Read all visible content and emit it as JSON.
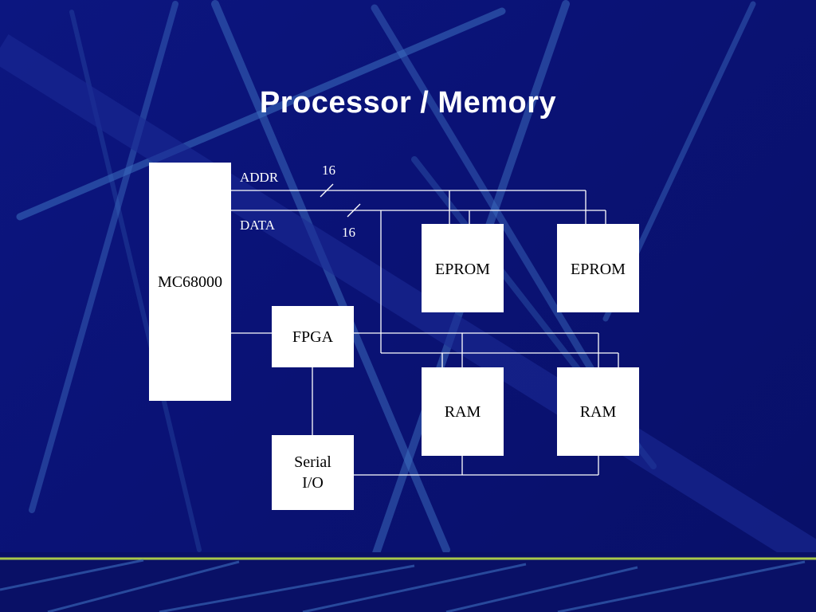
{
  "slide": {
    "title": "Processor / Memory"
  },
  "diagram": {
    "cpu": "MC68000",
    "fpga": "FPGA",
    "serial_io": "Serial\nI/O",
    "eprom_1": "EPROM",
    "eprom_2": "EPROM",
    "ram_1": "RAM",
    "ram_2": "RAM",
    "addr_label": "ADDR",
    "data_label": "DATA",
    "addr_width": "16",
    "data_width": "16"
  },
  "colors": {
    "background": "#0a1277",
    "wire": "#ffffff",
    "box": "#ffffff",
    "footer_line": "#a8c84a"
  }
}
